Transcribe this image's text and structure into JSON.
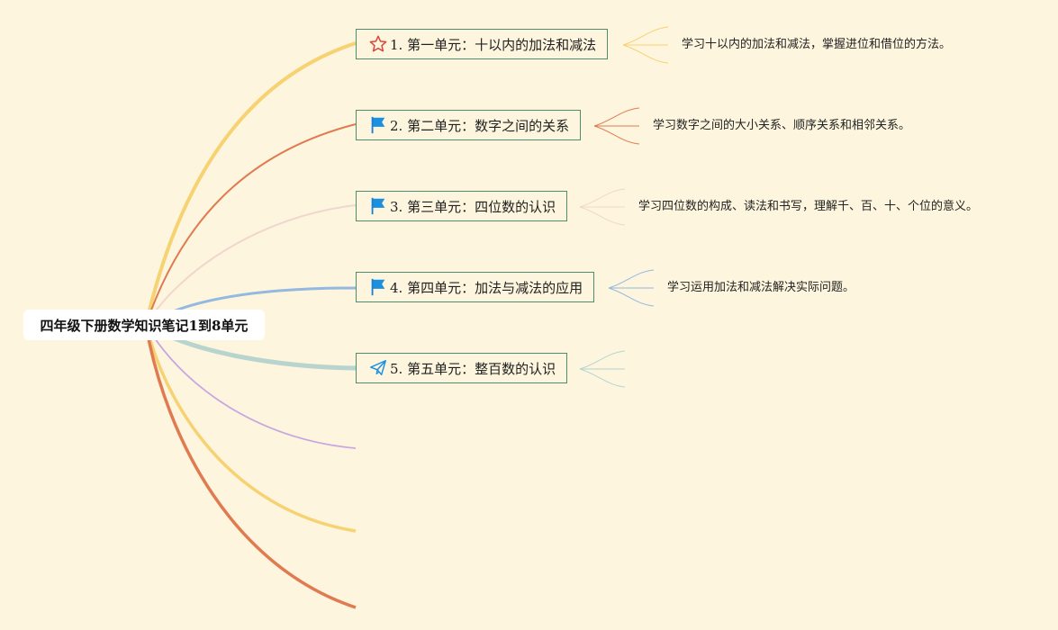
{
  "root": {
    "title": "四年级下册数学知识笔记1到8单元"
  },
  "colors": {
    "background": "#fdf5dd",
    "topic_border": "#4e8c6e",
    "branches": [
      "#f6d272",
      "#e07b51",
      "#f1d6cf",
      "#93b9e0",
      "#b8d4cf",
      "#c8a6e0",
      "#f6d272",
      "#e07b51"
    ]
  },
  "topics": [
    {
      "label": "1. 第一单元：十以内的加法和减法",
      "icon": "star-icon",
      "description": "学习十以内的加法和减法，掌握进位和借位的方法。"
    },
    {
      "label": "2. 第二单元：数字之间的关系",
      "icon": "flag-icon",
      "description": "学习数字之间的大小关系、顺序关系和相邻关系。"
    },
    {
      "label": "3. 第三单元：四位数的认识",
      "icon": "flag-icon",
      "description": "学习四位数的构成、读法和书写，理解千、百、十、个位的意义。"
    },
    {
      "label": "4. 第四单元：加法与减法的应用",
      "icon": "flag-icon",
      "description": "学习运用加法和减法解决实际问题。"
    },
    {
      "label": "5. 第五单元：整百数的认识",
      "icon": "paper-plane-icon",
      "description": ""
    }
  ]
}
